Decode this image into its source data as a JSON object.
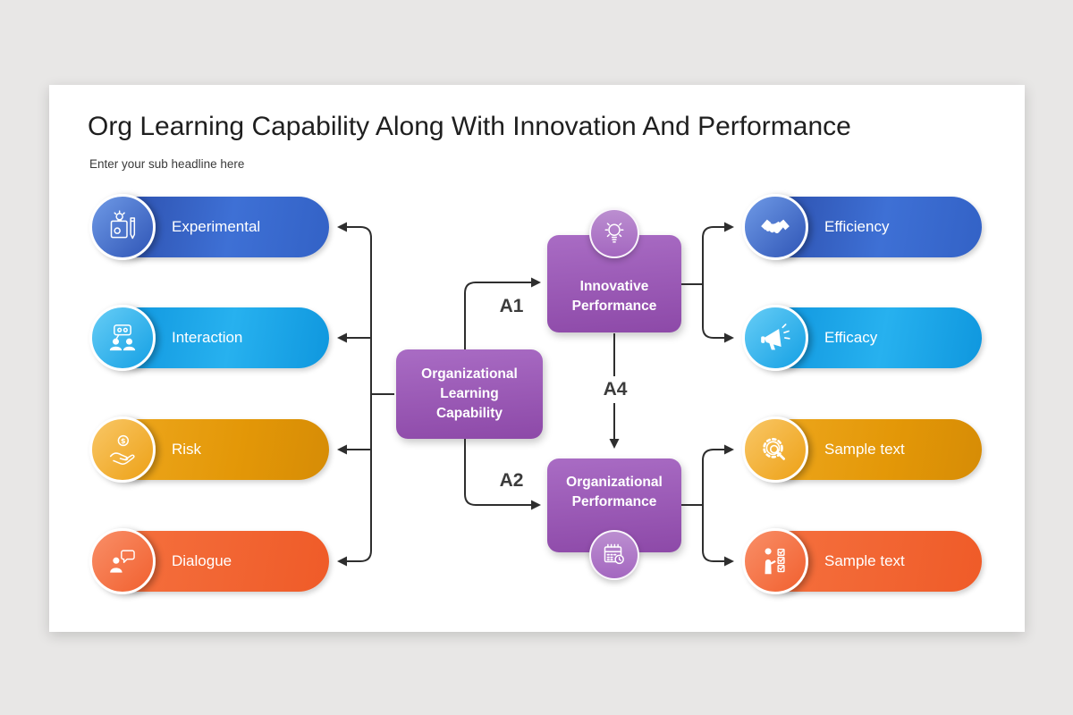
{
  "slide": {
    "title": "Org Learning Capability Along With Innovation And Performance",
    "subtitle": "Enter your sub headline here"
  },
  "left_pills": [
    {
      "label": "Experimental",
      "icon": "blueprint-idea-icon",
      "theme": "blue"
    },
    {
      "label": "Interaction",
      "icon": "people-chat-icon",
      "theme": "sky"
    },
    {
      "label": "Risk",
      "icon": "hand-coin-icon",
      "theme": "amber"
    },
    {
      "label": "Dialogue",
      "icon": "person-speech-icon",
      "theme": "orange"
    }
  ],
  "right_pills": [
    {
      "label": "Efficiency",
      "icon": "handshake-icon",
      "theme": "blue"
    },
    {
      "label": "Efficacy",
      "icon": "megaphone-icon",
      "theme": "sky"
    },
    {
      "label": "Sample text",
      "icon": "gear-magnifier-icon",
      "theme": "amber"
    },
    {
      "label": "Sample text",
      "icon": "person-checklist-icon",
      "theme": "orange"
    }
  ],
  "center_box": {
    "lines": [
      "Organizational",
      "Learning",
      "Capability"
    ]
  },
  "flow_boxes": {
    "innovative": {
      "lines": [
        "Innovative",
        "Performance"
      ],
      "icon": "lightbulb-icon"
    },
    "organizational": {
      "lines": [
        "Organizational",
        "Performance"
      ],
      "icon": "calendar-clock-icon"
    }
  },
  "connector_labels": {
    "a1": "A1",
    "a4": "A4",
    "a2": "A2"
  },
  "colors": {
    "background": "#e8e7e6",
    "slide": "#ffffff",
    "blue": "#3e70d5",
    "blue_dark": "#2b4da9",
    "sky": "#27b1ef",
    "sky_dark": "#0d93dc",
    "amber": "#eea81f",
    "amber_dark": "#d68c06",
    "orange": "#f5713f",
    "orange_dark": "#ef5b28",
    "purple": "#a96cc4",
    "purple_dark": "#8d49a8",
    "line": "#2e2e2e",
    "title_text": "#1f1f1f",
    "box_text": "#ffffff"
  }
}
